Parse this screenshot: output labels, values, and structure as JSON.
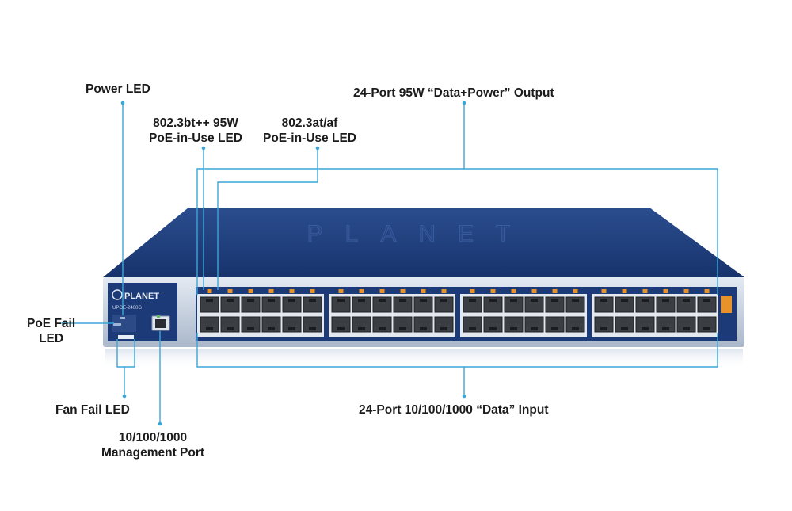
{
  "labels": {
    "power_led": "Power LED",
    "bt_led_line1": "802.3bt++ 95W",
    "bt_led_line2": "PoE-in-Use LED",
    "at_led_line1": "802.3at/af",
    "at_led_line2": "PoE-in-Use LED",
    "poe_output": "24-Port 95W “Data+Power” Output",
    "poe_fail_line1": "PoE Fail",
    "poe_fail_line2": "LED",
    "fan_fail": "Fan Fail LED",
    "mgmt_line1": "10/100/1000",
    "mgmt_line2": "Management Port",
    "data_input": "24-Port 10/100/1000 “Data” Input"
  },
  "device": {
    "brand": "PLANET",
    "model": "UPOE-2400G",
    "logo_text": "PLANET"
  },
  "colors": {
    "chassis_top": "#1f3f7e",
    "chassis_front": "#c7d2e0",
    "panel": "#1d3a78",
    "callout_line": "#3aa6d8",
    "port": "#3b3f44",
    "led": "#e8922a"
  }
}
